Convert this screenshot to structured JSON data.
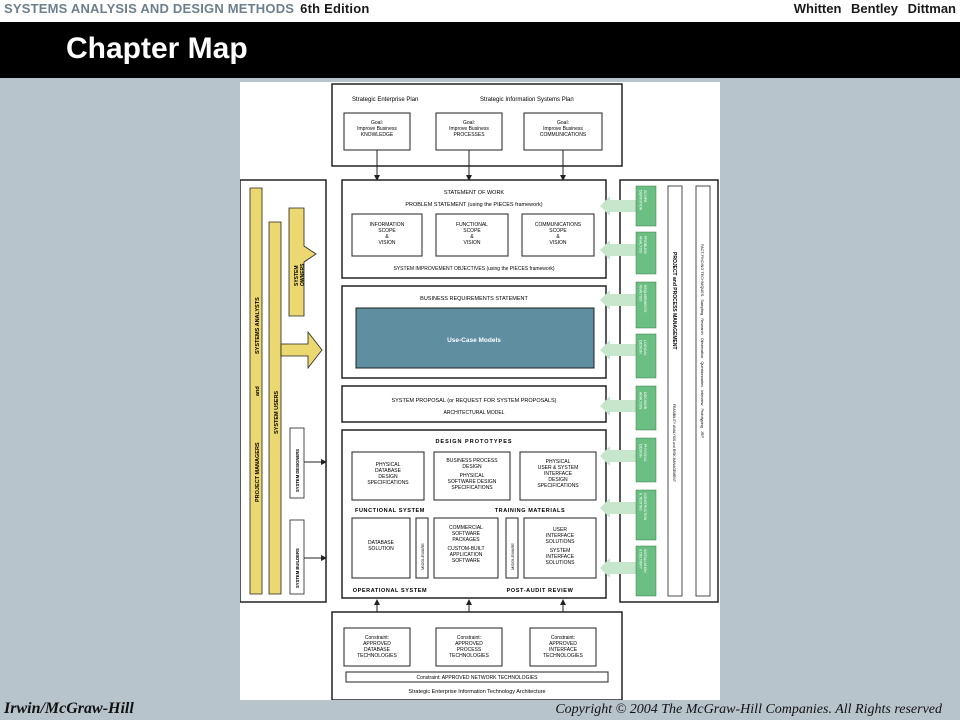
{
  "header": {
    "course_title": "SYSTEMS ANALYSIS AND DESIGN METHODS",
    "edition": "6th Edition",
    "authors": "Whitten   Bentley   Dittman"
  },
  "slide": {
    "title": "Chapter Map"
  },
  "diagram": {
    "enterprise": {
      "left_label": "Strategic Enterprise Plan",
      "right_label": "Strategic Information Systems Plan",
      "goals": [
        [
          "Goal:",
          "Improve Business",
          "KNOWLEDGE"
        ],
        [
          "Goal:",
          "Improve Business",
          "PROCESSES"
        ],
        [
          "Goal:",
          "Improve Business",
          "COMMUNICATIONS"
        ]
      ],
      "visions": [
        [
          "INFORMATION",
          "SCOPE",
          "&",
          "VISION"
        ],
        [
          "FUNCTIONAL",
          "SCOPE",
          "&",
          "VISION"
        ],
        [
          "COMMUNICATIONS",
          "SCOPE",
          "&",
          "VISION"
        ]
      ]
    },
    "stakeholders": {
      "managers": "PROJECT MANAGERS",
      "and": "and",
      "analysts": "SYSTEMS ANALYSTS",
      "owners": [
        "SYSTEM",
        "OWNERS"
      ],
      "users": "SYSTEM USERS",
      "designers": "SYSTEM DESIGNERS",
      "builders": "SYSTEM BUILDERS"
    },
    "phase1": {
      "statement_of_work": "STATEMENT OF WORK",
      "problem_statement": "PROBLEM STATEMENT (using the PIECES framework)",
      "objectives": "SYSTEM IMPROVEMENT OBJECTIVES (using the PIECES framework)"
    },
    "phase2": {
      "business_requirements": "BUSINESS REQUIREMENTS STATEMENT",
      "use_case_models": "Use-Case Models"
    },
    "phase3": {
      "proposal": "SYSTEM PROPOSAL  (or  REQUEST FOR SYSTEM PROPOSALS)",
      "architectural_model": "ARCHITECTURAL MODEL"
    },
    "phase4": {
      "design_prototypes": "DESIGN PROTOTYPES",
      "designs": [
        [
          "PHYSICAL",
          "DATABASE",
          "DESIGN",
          "SPECIFICATIONS"
        ],
        [
          "BUSINESS PROCESS",
          "DESIGN",
          "PHYSICAL",
          "SOFTWARE DESIGN",
          "SPECIFICATIONS"
        ],
        [
          "PHYSICAL",
          "USER & SYSTEM",
          "INTERFACE",
          "DESIGN",
          "SPECIFICATIONS"
        ]
      ],
      "functional_system": "FUNCTIONAL SYSTEM",
      "training_materials": "TRAINING MATERIALS",
      "database_solution": [
        "DATABASE",
        "SOLUTION"
      ],
      "middleware": "MIDDLEWARE",
      "software": [
        "COMMERCIAL",
        "SOFTWARE",
        "PACKAGES",
        "",
        "CUSTOM-BUILT",
        "APPLICATION",
        "SOFTWARE"
      ],
      "interface": [
        "USER",
        "INTERFACE",
        "SOLUTIONS",
        "",
        "SYSTEM",
        "INTERFACE",
        "SOLUTIONS"
      ],
      "operational_system": "OPERATIONAL SYSTEM",
      "post_audit": "POST-AUDIT REVIEW"
    },
    "phases": [
      [
        "SCOPE",
        "DEFINITION"
      ],
      [
        "PROBLEM",
        "ANALYSIS"
      ],
      [
        "REQUIREMENTS",
        "ANALYSIS"
      ],
      [
        "LOGICAL",
        "DESIGN"
      ],
      [
        "DECISION",
        "ANALYSIS"
      ],
      [
        "PHYSICAL",
        "DESIGN"
      ],
      [
        "CONSTRUCTION",
        "& TESTING"
      ],
      [
        "INSTALLATION",
        "& DELIVERY"
      ]
    ],
    "management": {
      "project": "PROJECT and PROCESS MANAGEMENT",
      "feasibility": "FEASIBILITY ANALYSIS and RISK MANAGEMENT",
      "fact_finding": "FACT-FINDING TECHNIQUES   Sampling   Research   Observation   Questionnaires   Interview   Prototyping   JRP"
    },
    "constraints": {
      "items": [
        [
          "Constraint:",
          "APPROVED",
          "DATABASE",
          "TECHNOLOGIES"
        ],
        [
          "Constraint:",
          "APPROVED",
          "PROCESS",
          "TECHNOLOGIES"
        ],
        [
          "Constraint:",
          "APPROVED",
          "INTERFACE",
          "TECHNOLOGIES"
        ]
      ],
      "network": "Constraint: APPROVED NETWORK TECHNOLOGIES",
      "architecture": "Strategic Enterprise Information Technology Architecture"
    },
    "colors": {
      "stakeholder_yellow": "#ecd870",
      "use_case_blue": "#5f8ea1",
      "phase_green": "#6bbf83",
      "arrow_green": "#c7e7cd"
    }
  },
  "footer": {
    "publisher": "Irwin/McGraw-Hill",
    "copyright": "Copyright © 2004 The McGraw-Hill Companies. All Rights reserved"
  }
}
